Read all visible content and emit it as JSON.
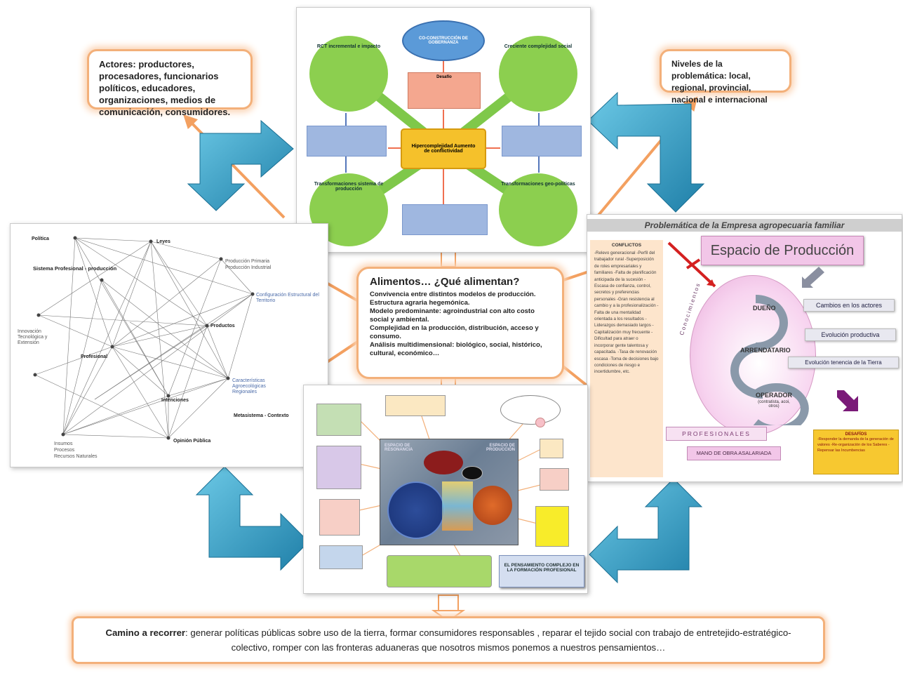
{
  "callouts": {
    "actors": "Actores: productores, procesadores, funcionarios políticos, educadores, organizaciones, medios de comunicación, consumidores.",
    "levels": "Niveles de la problemática: local, regional, provincial, nacional e internacional"
  },
  "center_card": {
    "title": "Alimentos… ¿Qué alimentan?",
    "lines": [
      "Convivencia entre distintos modelos de producción.",
      "Estructura agraria hegemónica.",
      "Modelo predominante: agroindustrial con alto costo social y ambiental.",
      "Complejidad en la producción, distribución, acceso y consumo.",
      "Análisis multidimensional: biológico, social, histórico, cultural, económico…"
    ]
  },
  "bottom_bar": {
    "lead": "Camino a recorrer",
    "text": ": generar políticas públicas sobre uso de la tierra, formar consumidores  responsables , reparar el tejido social  con trabajo de entretejido-estratégico-colectivo,  romper con las fronteras aduaneras que nosotros mismos ponemos a nuestros pensamientos…"
  },
  "top_diagram": {
    "top_oval": "CO-CONSTRUCCIÓN DE GOBERNANZA",
    "center": "Hipercomplejidad Aumento de conflictividad",
    "desafio": "Desafío",
    "nodes": [
      "RCT incremental e impacto",
      "Creciente complejidad social",
      "Transformaciones sistema de producción",
      "Transformaciones geo-políticas"
    ]
  },
  "network": {
    "title_left": "Política",
    "title_sys": "Sistema Profesional - producción",
    "footer": "Metasistema - Contexto",
    "labels": [
      "Leyes",
      "Producción Primaria",
      "Producción Industrial",
      "Configuración Estructural del Territorio",
      "Productos",
      "Profesional",
      "Características Agroecológicas Regionales",
      "Intenciones",
      "Opinión Pública",
      "Insumos",
      "Procesos",
      "Recursos Naturales",
      "Innovación Tecnológica y Extensión"
    ]
  },
  "right_panel": {
    "title": "Problemática de la Empresa agropecuaria familiar",
    "space": "Espacio de Producción",
    "conflicts_title": "CONFLICTOS",
    "conflicts": "-Relevo generacional -Perfil del trabajador rural -Superposición de roles empresariales y familiares -Falta de planificación anticipada de la sucesión -Escasa de confianza, control, secretos y preferencias personales -Gran resistencia al cambio y a la profesionalización -Falta de una mentalidad orientada a los resultados -Liderazgos demasiado largos -Capitalización muy frecuente -Dificultad para atraer o incorporar gente talentosa y capacitada. -Tasa de renovación escasa -Toma de decisiones bajo condiciones de riesgo e incertidumbre, etc.",
    "roles": [
      "DUEÑO",
      "ARRENDATARIO",
      "OPERADOR"
    ],
    "operador_sub": "(contratista, acoi, otros)",
    "arc_label": "Conocimientos",
    "tags": [
      "Cambios en los actores",
      "Evolución productiva",
      "Evolución tenencia de la Tierra"
    ],
    "professionals": "PROFESIONALES",
    "workforce": "MANO DE OBRA ASALARIADA",
    "desafios_title": "DESAFÍOS",
    "desafios": "-Responder la demanda de la generación de valores -Re-organización de los Saberes -Repensar las Incumbencias"
  },
  "bottom_diagram": {
    "banner": "EL PENSAMIENTO COMPLEJO EN LA FORMACIÓN PROFESIONAL",
    "photo_left": "ESPACIO DE RESONANCIA",
    "photo_right": "ESPACIO DE PRODUCCIÓN"
  },
  "colors": {
    "orange_border": "#f3b07a",
    "arrow_blue": "#2f9ec4",
    "green_node": "#8ccf4f",
    "pink_panel": "#f2c6e8",
    "yellow_box": "#f7c830"
  }
}
